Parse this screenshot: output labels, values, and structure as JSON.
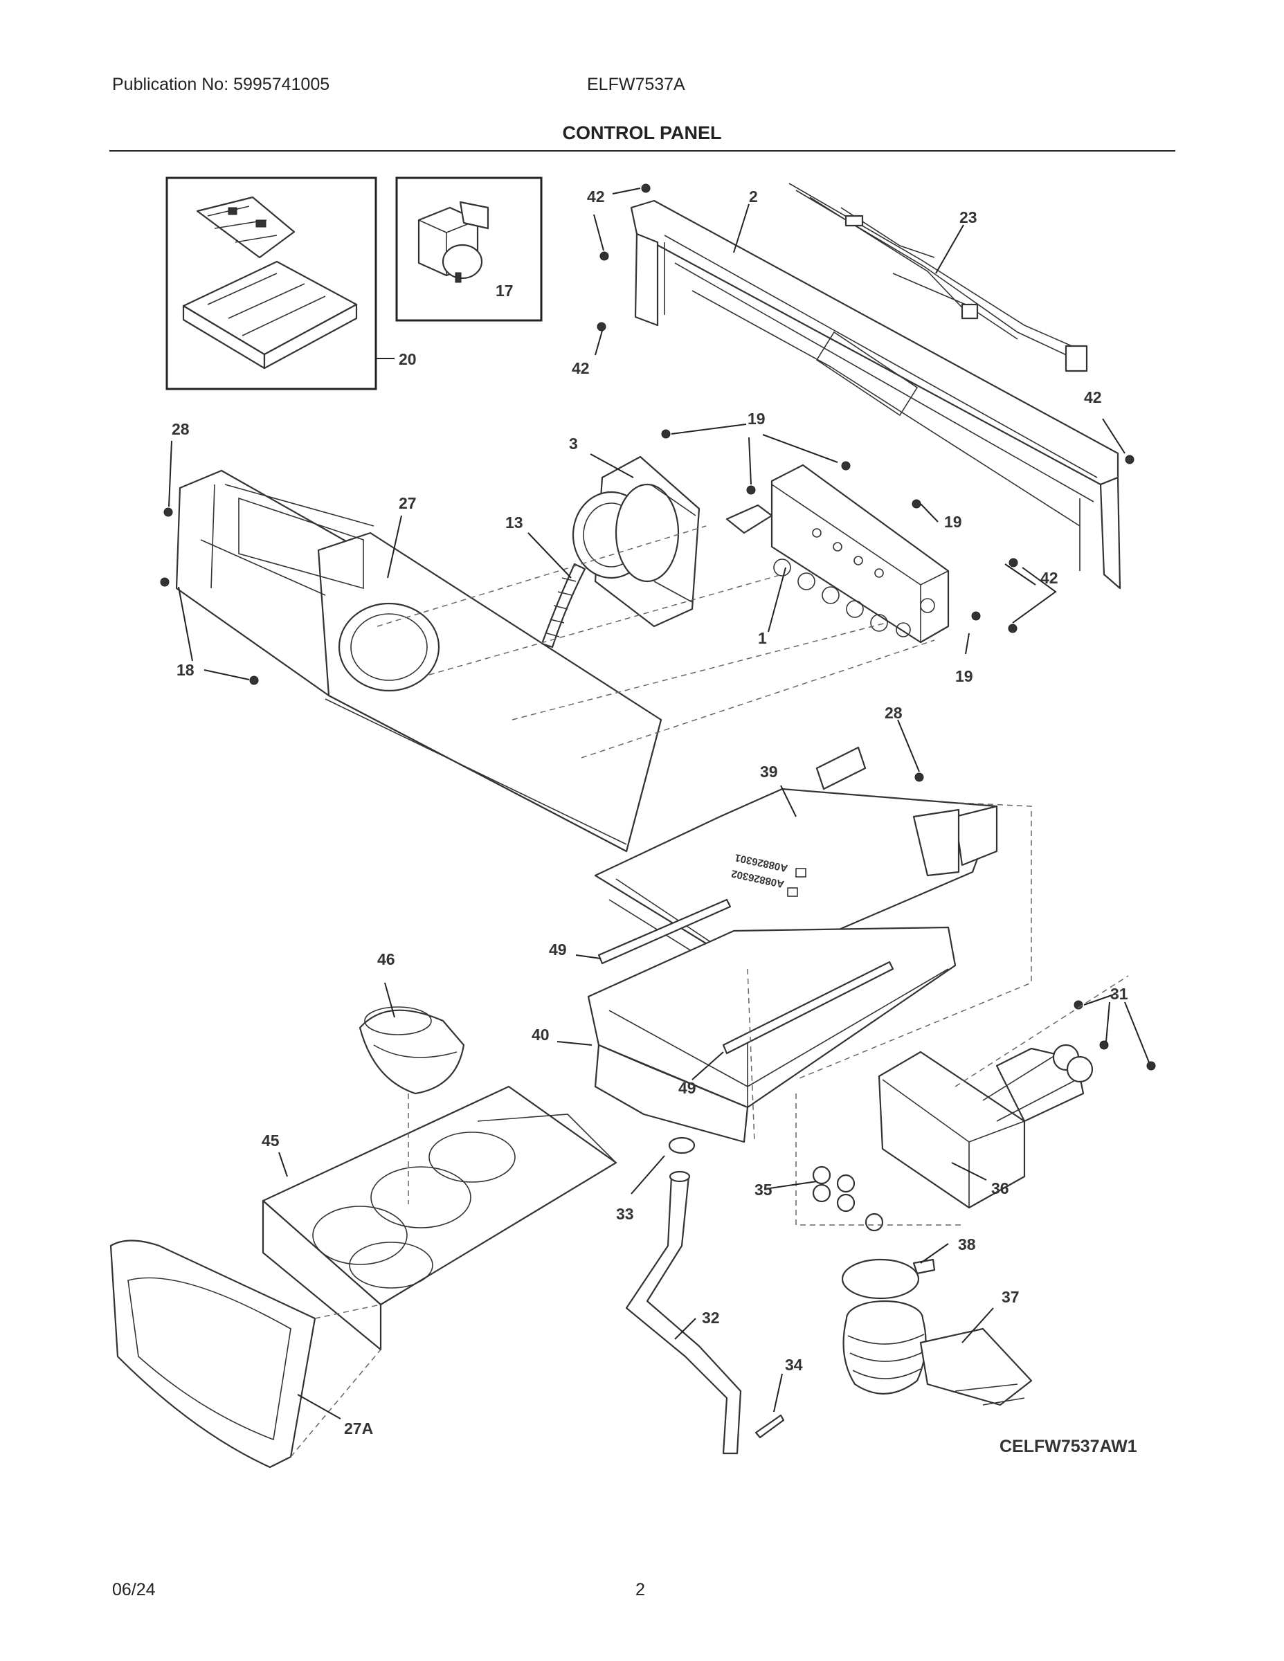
{
  "header": {
    "publication": "Publication No: 5995741005",
    "model": "ELFW7537A",
    "section_title": "CONTROL PANEL"
  },
  "diagram": {
    "part_labels": {
      "p42a": "42",
      "p2": "2",
      "p23": "23",
      "p17": "17",
      "p20": "20",
      "p42b": "42",
      "p42c": "42",
      "p28a": "28",
      "p19a": "19",
      "p3": "3",
      "p27": "27",
      "p13": "13",
      "p19b": "19",
      "p42d": "42",
      "p1": "1",
      "p18": "18",
      "p19c": "19",
      "p28b": "28",
      "p39": "39",
      "p46": "46",
      "p49a": "49",
      "p40": "40",
      "p31": "31",
      "p49b": "49",
      "p45": "45",
      "p33": "33",
      "p35": "35",
      "p36": "36",
      "p38": "38",
      "p37": "37",
      "p32": "32",
      "p34": "34",
      "p27A": "27A"
    },
    "part_marks": {
      "board_top": "A08826301",
      "board_bottom": "A08826302"
    },
    "diagram_code": "CELFW7537AW1"
  },
  "footer": {
    "date": "06/24",
    "page": "2"
  }
}
